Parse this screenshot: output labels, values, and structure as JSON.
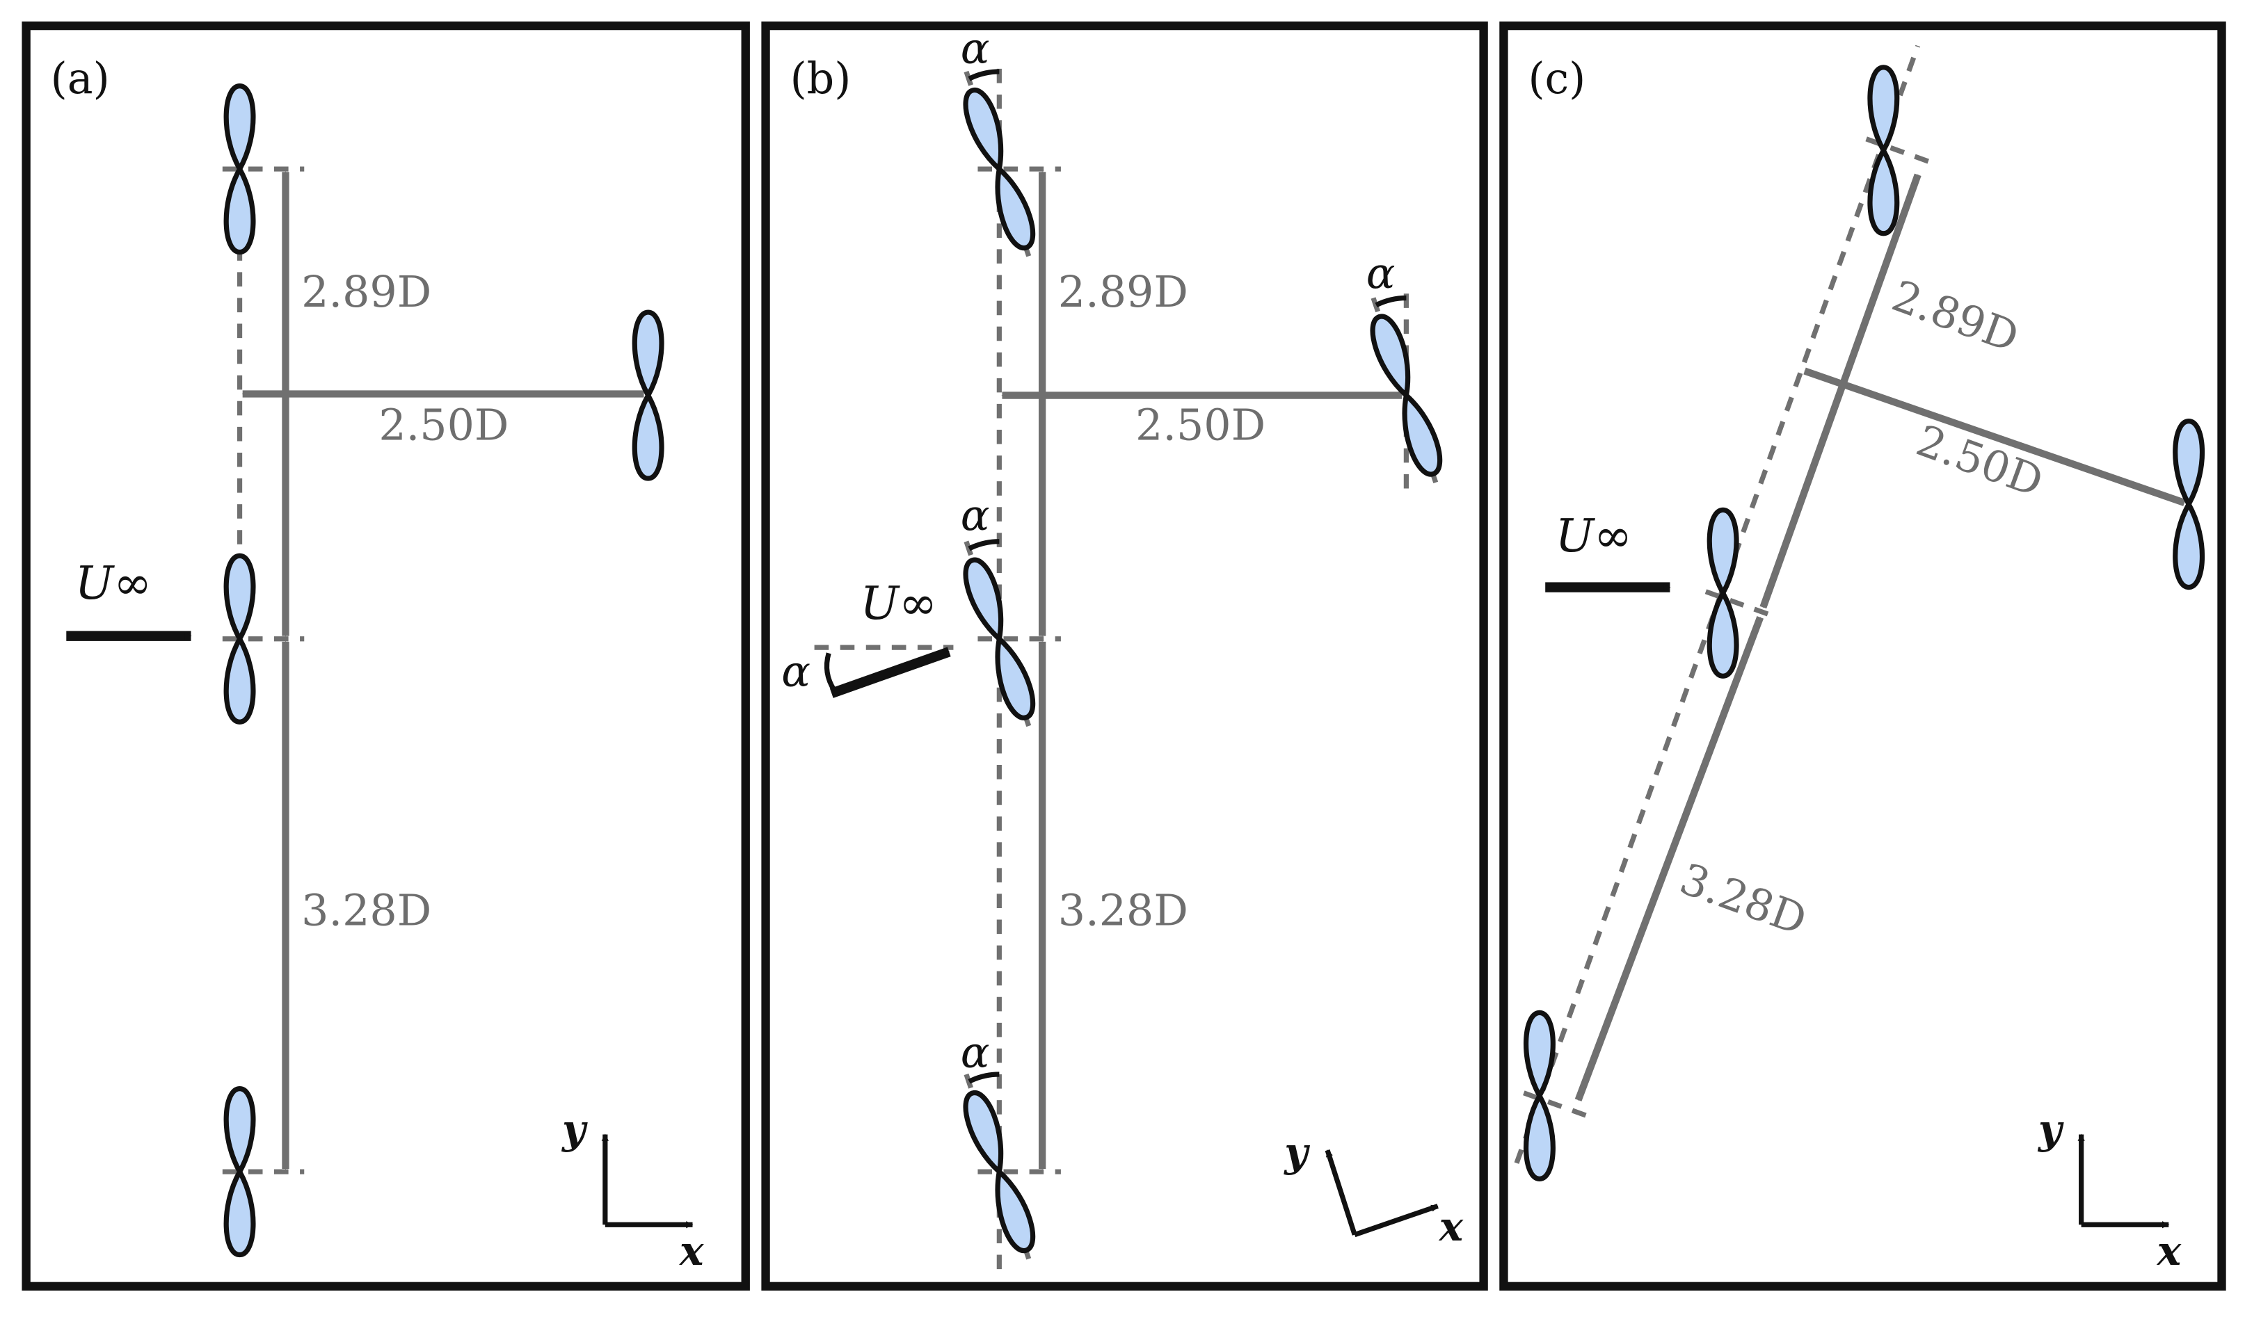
{
  "panels": [
    {
      "label": "(a)",
      "dimensions": {
        "upper": "2.89D",
        "lateral": "2.50D",
        "lower": "3.28D"
      },
      "freestream": "U∞",
      "axes": {
        "x": "x",
        "y": "y"
      }
    },
    {
      "label": "(b)",
      "dimensions": {
        "upper": "2.89D",
        "lateral": "2.50D",
        "lower": "3.28D"
      },
      "freestream": "U∞",
      "angle": "α",
      "axes": {
        "x": "x",
        "y": "y"
      }
    },
    {
      "label": "(c)",
      "dimensions": {
        "upper": "2.89D",
        "lateral": "2.50D",
        "lower": "3.28D"
      },
      "freestream": "U∞",
      "axes": {
        "x": "x",
        "y": "y"
      }
    }
  ],
  "colors": {
    "rotor_fill": "#bcd6f7",
    "dimension_lines": "#707070",
    "outline": "#111111"
  },
  "icons": {
    "rotor": "two-blade-rotor-icon",
    "flow_arrow": "arrow-right-icon"
  }
}
